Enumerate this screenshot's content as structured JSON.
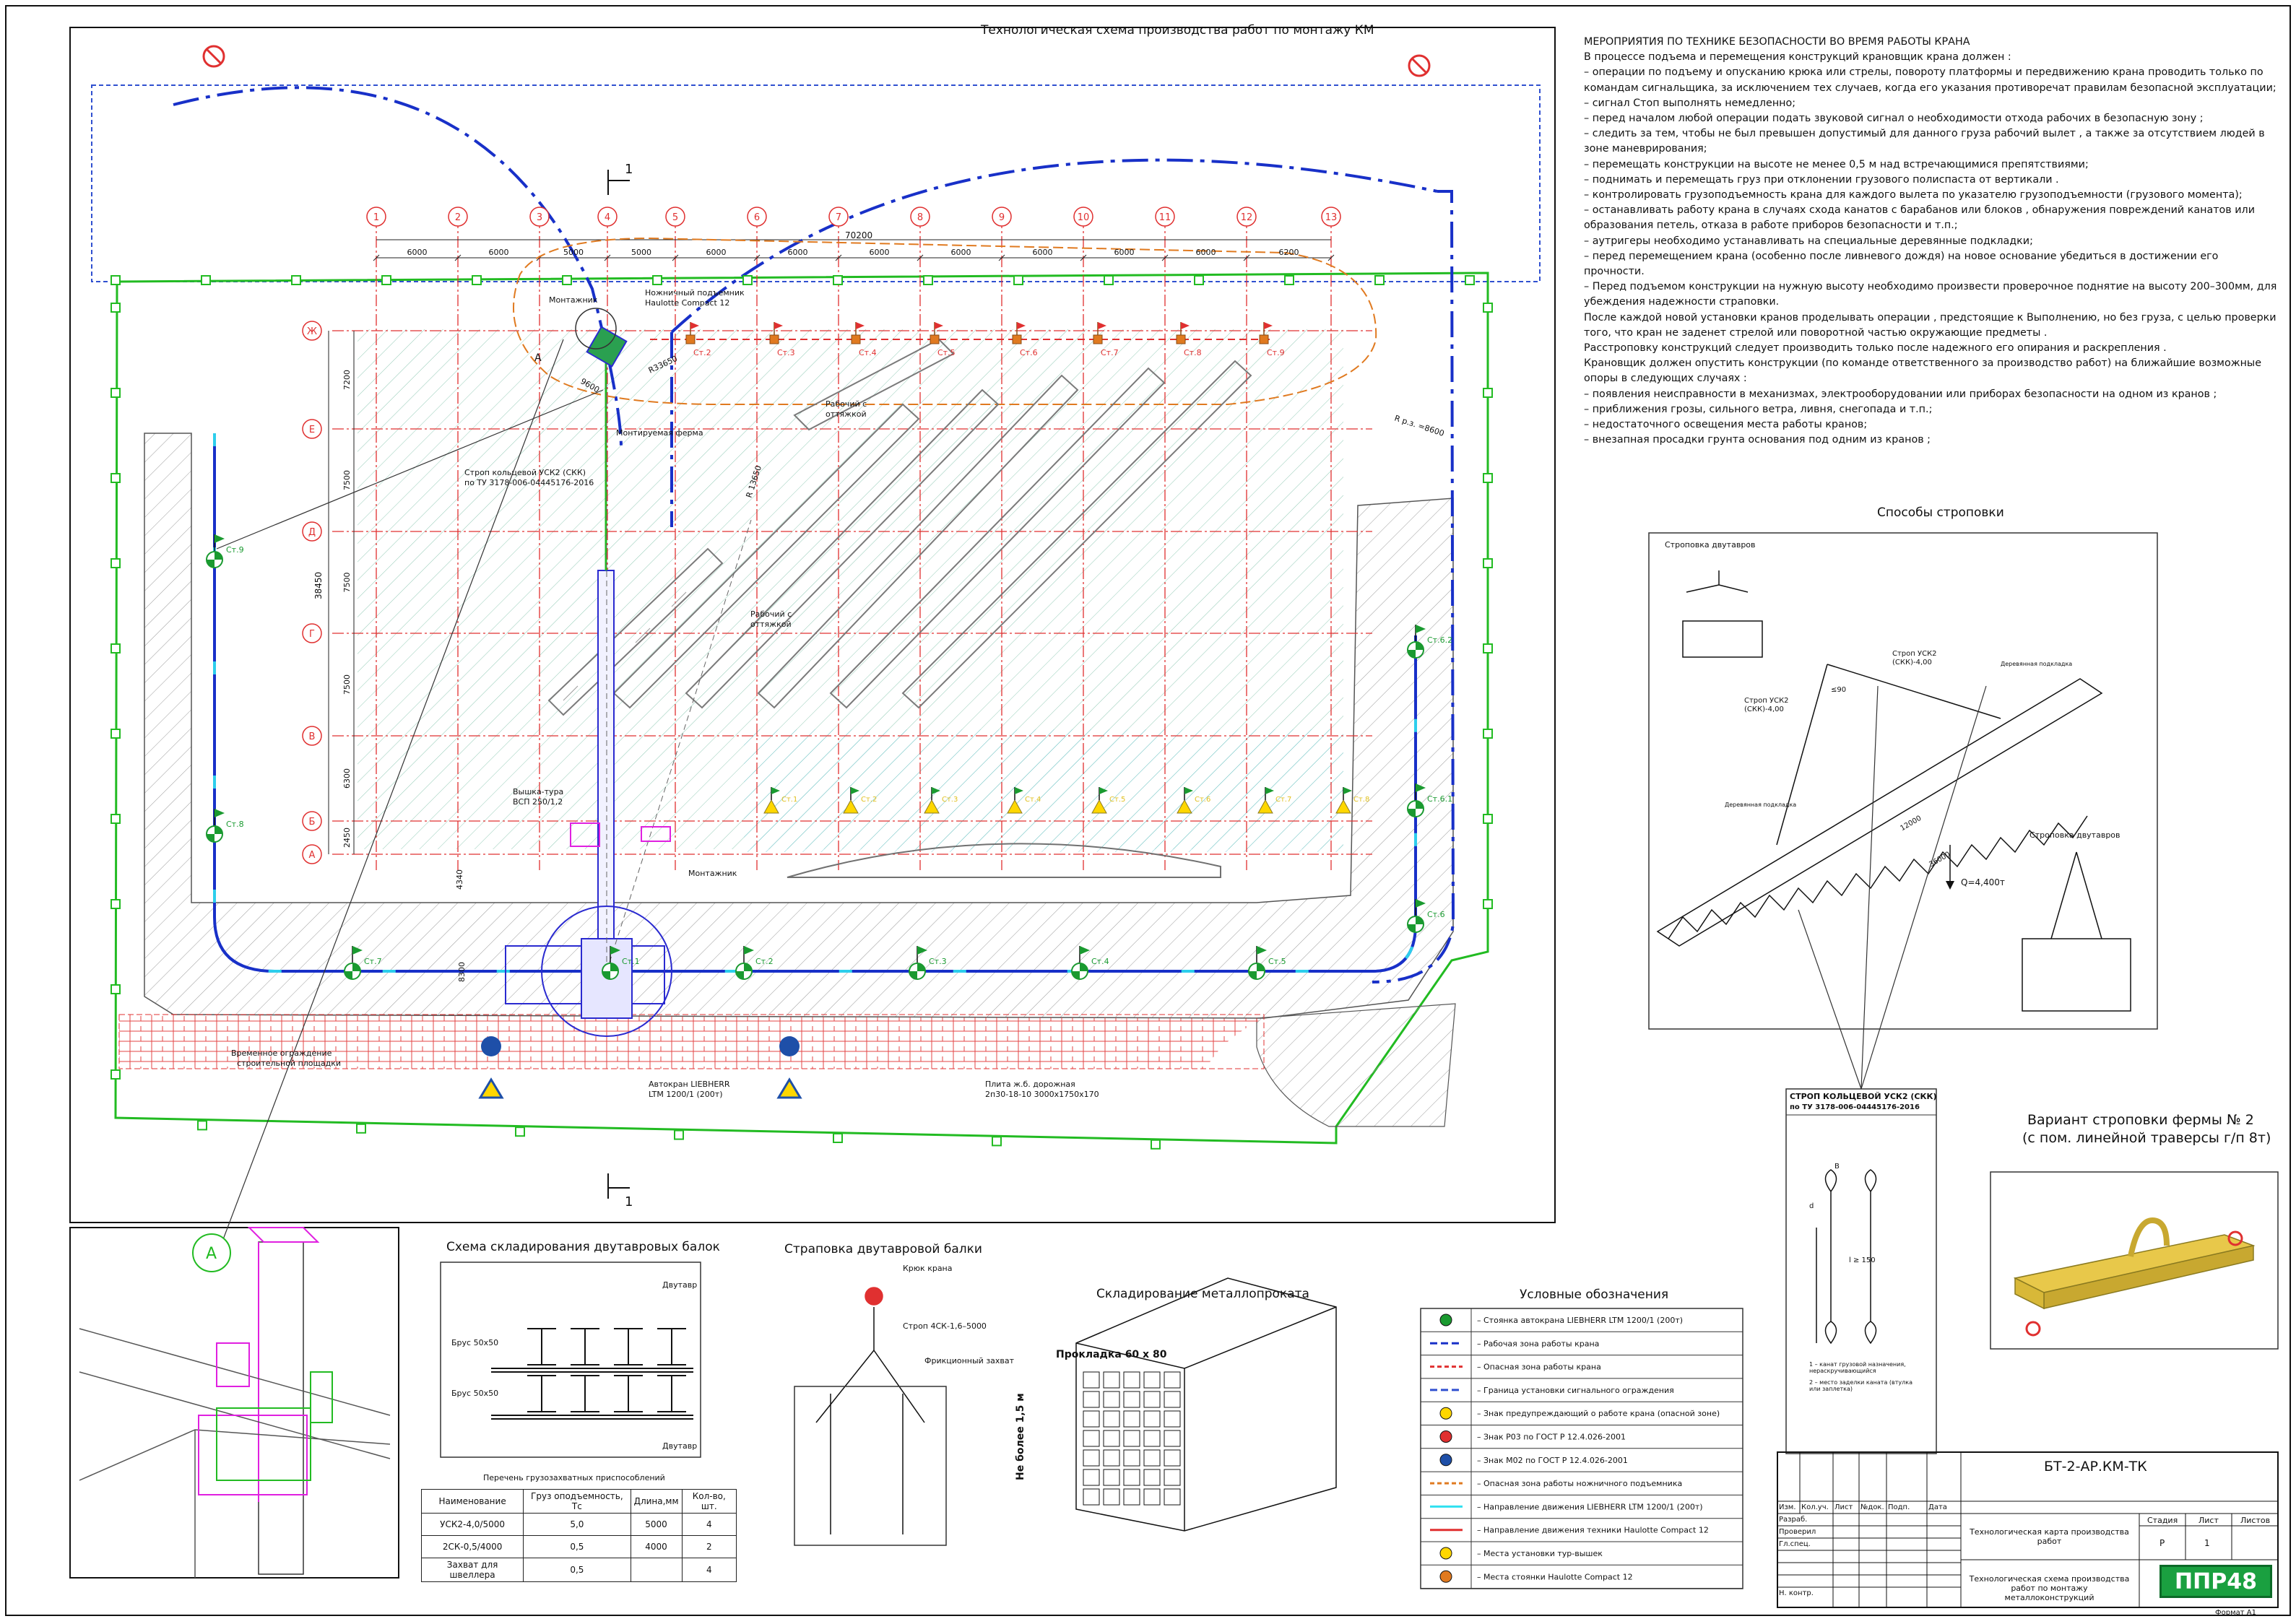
{
  "drawing": {
    "main_title": "Технологическая схема производства работ по монтажу КМ",
    "section_mark": "1",
    "callout_a": "А",
    "axes_numbers": [
      "1",
      "2",
      "3",
      "4",
      "5",
      "6",
      "7",
      "8",
      "9",
      "10",
      "11",
      "12",
      "13"
    ],
    "axes_letters": [
      "Ж",
      "Е",
      "Д",
      "Г",
      "В",
      "Б",
      "А"
    ],
    "dims_top": [
      "6000",
      "6000",
      "5000",
      "5000",
      "6000",
      "6000",
      "6000",
      "6000",
      "6000",
      "6000",
      "6000",
      "6200"
    ],
    "dim_total": "70200",
    "dims_left": [
      "7200",
      "7500",
      "7500",
      "7500",
      "6300",
      "2450"
    ],
    "dim_left_total": "38450",
    "labels": {
      "montazhnik_top": "Монтажник",
      "lift": "Ножничный подъемник",
      "lift_model": "Haulotte Compact 12",
      "worker1": "Рабочий с",
      "worker1b": "оттяжкой",
      "worker2": "Рабочий с",
      "worker2b": "оттяжкой",
      "truss": "Монтируемая ферма",
      "sling": "Строп кольцевой УСК2 (СКК)",
      "sling_tu": "по ТУ 3178-006-04445176-2016",
      "tower": "Вышка-тура",
      "tower_model": "ВСП 250/1,2",
      "montazhnik_bottom": "Монтажник",
      "fence": "Временное ограждение",
      "fence2": "строительной площадки",
      "crane": "Автокран LIEBHERR",
      "crane_model": "LTM 1200/1 (200т)",
      "plate": "Плита ж.б. дорожная",
      "plate_spec": "2п30-18-10 3000х1750х170",
      "radius": "R р.з. =8600",
      "r1": "R33650",
      "r2": "R 13650",
      "d1": "9600",
      "d2": "4340",
      "d3": "8300"
    },
    "stations": [
      "Ст.1",
      "Ст.2",
      "Ст.3",
      "Ст.4",
      "Ст.5",
      "Ст.6",
      "Ст.6.1",
      "Ст.6.2",
      "Ст.7",
      "Ст.8",
      "Ст.9"
    ],
    "lift_stops": [
      "Ст.2",
      "Ст.3",
      "Ст.4",
      "Ст.5",
      "Ст.6",
      "Ст.7",
      "Ст.8",
      "Ст.9"
    ],
    "tower_stops": [
      "Ст.1",
      "Ст.2",
      "Ст.3",
      "Ст.4",
      "Ст.5",
      "Ст.6",
      "Ст.7",
      "Ст.8"
    ]
  },
  "safety_notes": {
    "title": "МЕРОПРИЯТИЯ ПО ТЕХНИКЕ БЕЗОПАСНОСТИ ВО ВРЕМЯ РАБОТЫ КРАНА",
    "lines": [
      {
        "t": "В процессе подъема и перемещения конструкций крановщик крана должен :",
        "i": false
      },
      {
        "t": "– операции по подъему и опусканию крюка или стрелы, повороту платформы и передвижению крана проводить только по командам сигнальщика, за исключением тех случаев, когда его указания противоречат правилам безопасной эксплуатации;",
        "i": false
      },
      {
        "t": "–        сигнал Стоп выполнять немедленно;",
        "i": false
      },
      {
        "t": "–        перед началом любой операции подать звуковой сигнал о необходимости отхода рабочих в безопасную зону ;",
        "i": false
      },
      {
        "t": "–        следить за тем, чтобы не был превышен допустимый для данного груза рабочий вылет , а также за отсутствием людей в зоне маневрирования;",
        "i": false
      },
      {
        "t": "–        перемещать конструкции на высоте не менее 0,5 м над встречающимися препятствиями;",
        "i": false
      },
      {
        "t": "–        поднимать и перемещать груз при отклонении грузового полиспаста от вертикали .",
        "i": false
      },
      {
        "t": "–        контролировать грузоподъемность крана для каждого вылета по указателю грузоподъемности  (грузового момента);",
        "i": false
      },
      {
        "t": "–        останавливать работу крана в случаях схода канатов с барабанов или блоков , обнаружения повреждений канатов или образования петель, отказа в работе приборов безопасности и т.п.;",
        "i": false
      },
      {
        "t": "–        аутригеры необходимо устанавливать на специальные деревянные подкладки;",
        "i": false
      },
      {
        "t": "–        перед перемещением крана (особенно после ливневого дождя) на новое основание убедиться в достижении его прочности.",
        "i": false
      },
      {
        "t": "–        Перед подъемом конструкции на нужную высоту необходимо произвести проверочное поднятие на высоту 200–300мм, для убеждения надежности страповки.",
        "i": false
      },
      {
        "t": "После каждой новой установки кранов проделывать операции , предстоящие к Выполнению, но без груза, с целью проверки того, что кран не заденет стрелой или поворотной частью окружающие предметы .",
        "i": false
      },
      {
        "t": "Расстроповку конструкций следует производить только после надежного его опирания и раскрепления .",
        "i": false
      },
      {
        "t": "Крановщик должен опустить конструкции (по команде ответственного за производство работ) на ближайшие возможные опоры в следующих случаях :",
        "i": false
      },
      {
        "t": "–        появления неисправности в механизмах, электрооборудовании или приборах безопасности на одном из кранов ;",
        "i": false
      },
      {
        "t": "–        приближения грозы, сильного ветра, ливня, снегопада и т.п.;",
        "i": false
      },
      {
        "t": "–        недостаточного освещения места работы кранов;",
        "i": false
      },
      {
        "t": "–        внезапная просадки грунта основания под одним из кранов ;",
        "i": false
      }
    ]
  },
  "slinging": {
    "title": "Способы строповки",
    "beam_sling": "Строповка двутавров",
    "beam_sling2": "Строповка двутавров",
    "sling_label1": "Строп УСК2",
    "sling_label1b": "(СКК)-4,00",
    "sling_label2": "Строп УСК2",
    "sling_label2b": "(СКК)-4,00",
    "angle": "≤90",
    "pad1": "Деревянная подкладка",
    "pad2": "Деревянная подкладка",
    "len1": "12000",
    "len2": "36000",
    "load": "Q=4,400т"
  },
  "sling_card": {
    "title": "СТРОП КОЛЬЦЕВОЙ УСК2 (СКК)",
    "subtitle": "по ТУ 3178-006-04445176-2016",
    "note1": "1 – канат грузовой назначения, нераскручивающийся",
    "note2": "2 – место заделки каната (втулка или заплетка)",
    "dim_b": "В",
    "dim_d": "d",
    "dim_l": "l ≥ 150"
  },
  "variant": {
    "title": "Вариант строповки фермы № 2",
    "subtitle": "(с пом. линейной траверсы г/п 8т)"
  },
  "storage_beams": {
    "title": "Схема складирования двутавровых балок",
    "brus1": "Брус 50х50",
    "brus2": "Брус 50х50",
    "beam1": "Двутавр",
    "beam2": "Двутавр"
  },
  "devices_table": {
    "title": "Перечень грузозахватных приспособлений",
    "headers": [
      "Наименование",
      "Груз оподъемность, Тс",
      "Длина,мм",
      "Кол-во, шт."
    ],
    "rows": [
      [
        "УСК2-4,0/5000",
        "5,0",
        "5000",
        "4"
      ],
      [
        "2СК-0,5/4000",
        "0,5",
        "4000",
        "2"
      ],
      [
        "Захват для швеллера",
        "0,5",
        "",
        "4"
      ]
    ]
  },
  "beam_slinging": {
    "title": "Страповка двутавровой балки",
    "hook": "Крюк крана",
    "sling": "Строп 4СК-1,6–5000",
    "grip": "Фрикционный захват"
  },
  "metal_storage": {
    "title": "Складирование металлопроката",
    "pad": "Прокладка 60 х 80",
    "height": "Не более 1,5 м"
  },
  "legend": {
    "title": "Условные обозначения",
    "items": [
      "– Стоянка автокрана LIEBHERR LTM 1200/1 (200т)",
      "– Рабочая зона работы крана",
      "– Опасная зона работы крана",
      "– Граница установки сигнального ограждения",
      "– Знак предупреждающий о работе крана (опасной зоне)",
      "– Знак Р03 по ГОСТ Р 12.4.026-2001",
      "– Знак М02 по ГОСТ Р 12.4.026-2001",
      "– Опасная зона работы ножничного подъемника",
      "– Направление движения LIEBHERR LTM 1200/1 (200т)",
      "– Направление движения техники Haulotte Compact 12",
      "– Места установки тур-вышек",
      "– Места стоянки Haulotte Compact 12"
    ]
  },
  "stamp": {
    "code": "БТ-2-АР.КМ-ТК",
    "cols": [
      "Изм.",
      "Кол.уч.",
      "Лист",
      "№док.",
      "Подп.",
      "Дата"
    ],
    "roles": [
      "Разраб.",
      "Проверил",
      "Гл.спец.",
      "",
      "Н. контр."
    ],
    "doc_title": "Технологическая карта производства работ",
    "sheet_title": "Технологическая схема производства работ по монтажу металлоконструкций",
    "stage_h": "Стадия",
    "sheet_h": "Лист",
    "sheets_h": "Листов",
    "stage": "Р",
    "sheet": "1",
    "logo": "ППР48",
    "format": "Формат  А1"
  },
  "colors": {
    "grid_red": "#e03030",
    "crane_blue": "#1830c8",
    "fence_green": "#22bb22",
    "lift_orange": "#e07a20",
    "cyan": "#30e0f0",
    "truss_gray": "#808080",
    "magenta": "#e020e0",
    "logo_green": "#1aa040"
  }
}
